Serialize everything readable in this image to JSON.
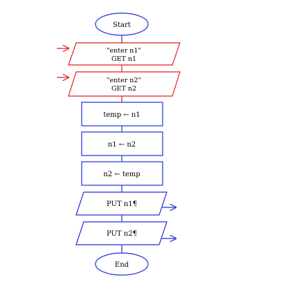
{
  "colors": {
    "terminal": "#1f2fd6",
    "input": "#e11d1d",
    "process": "#1f2fd6",
    "output": "#1f2fd6"
  },
  "flowchart": {
    "start": {
      "label": "Start"
    },
    "input1": {
      "line1": "\"enter n1\"",
      "line2": "GET n1"
    },
    "input2": {
      "line1": "\"enter n2\"",
      "line2": "GET n2"
    },
    "process1": {
      "label": "temp ← n1"
    },
    "process2": {
      "label": "n1 ← n2"
    },
    "process3": {
      "label": "n2 ← temp"
    },
    "output1": {
      "label": "PUT n1¶"
    },
    "output2": {
      "label": "PUT n2¶"
    },
    "end": {
      "label": "End"
    }
  }
}
